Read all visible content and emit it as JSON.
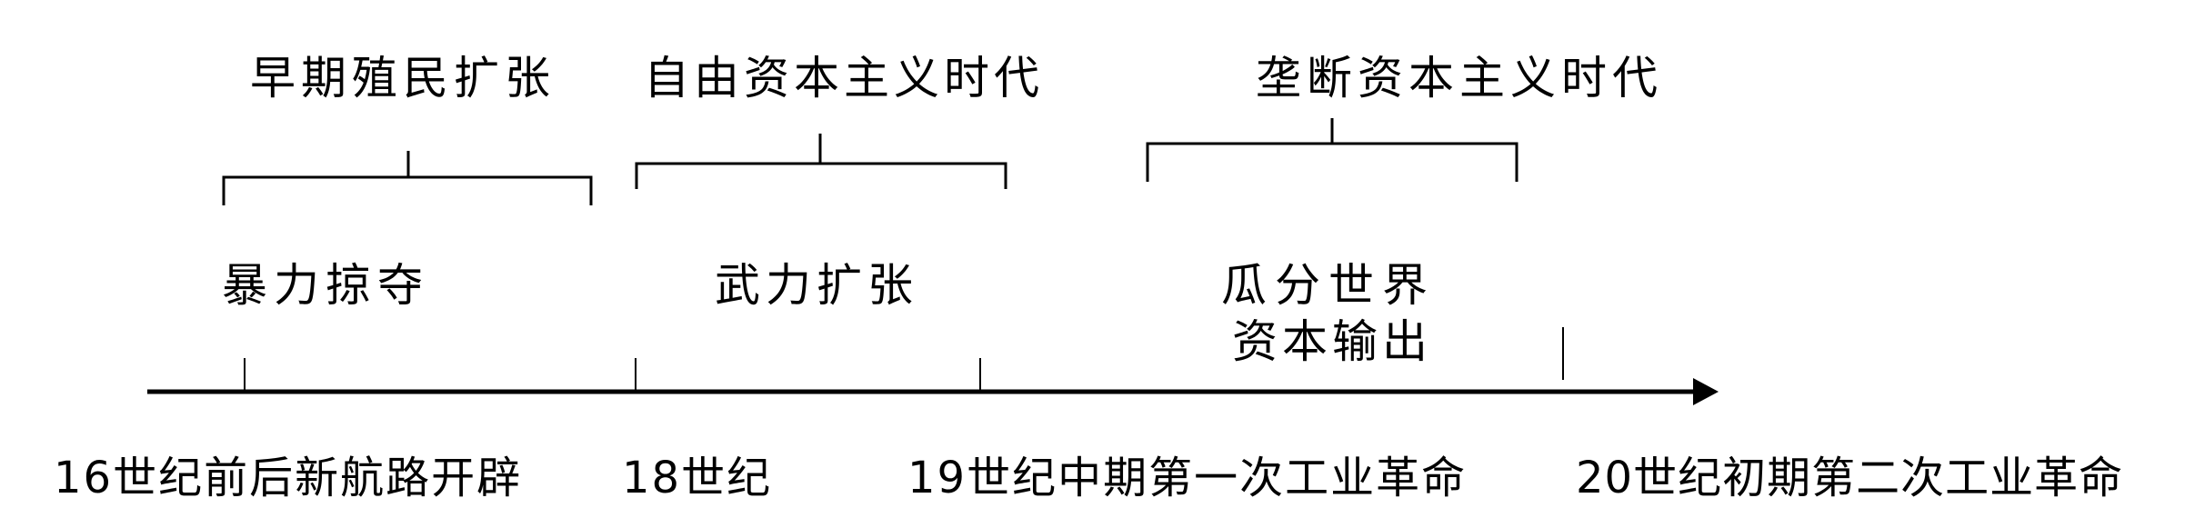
{
  "eras": [
    {
      "label": "早期殖民扩张",
      "means": [
        "暴力掠夺"
      ]
    },
    {
      "label": "自由资本主义时代",
      "means": [
        "武力扩张"
      ]
    },
    {
      "label": "垄断资本主义时代",
      "means": [
        "瓜分世界",
        "资本输出"
      ]
    }
  ],
  "timeline": [
    {
      "label": "16世纪前后新航路开辟"
    },
    {
      "label": "18世纪"
    },
    {
      "label": "19世纪中期第一次工业革命"
    },
    {
      "label": "20世纪初期第二次工业革命"
    }
  ],
  "colors": {
    "line": "#000000"
  }
}
